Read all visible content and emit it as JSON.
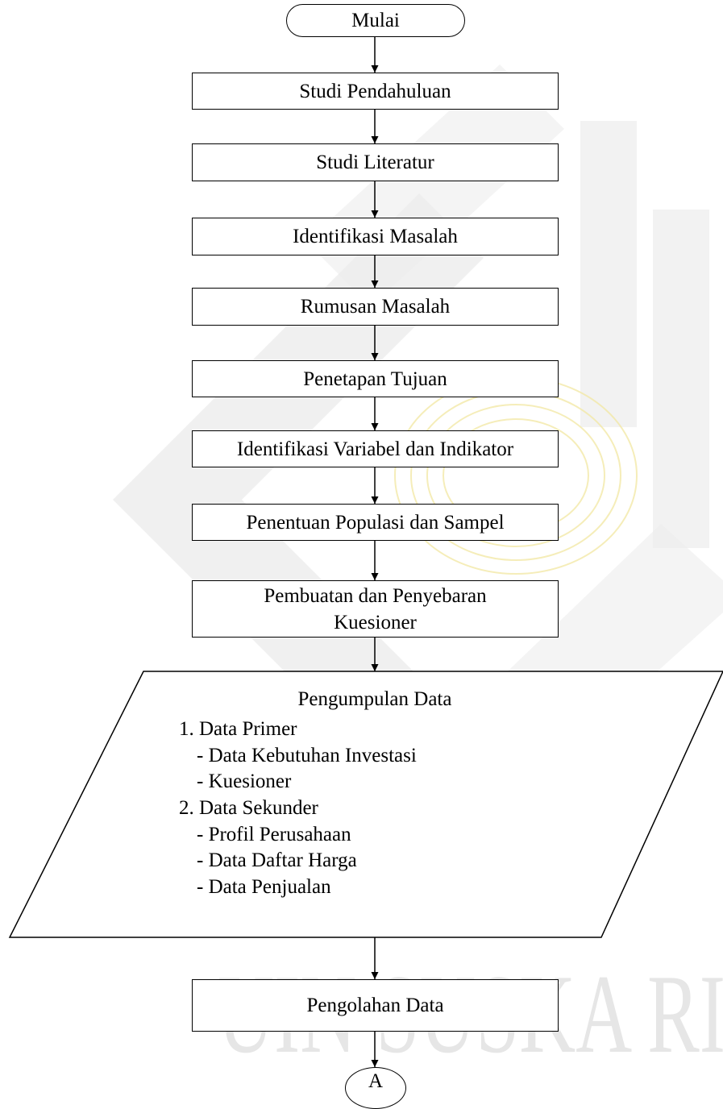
{
  "nodes": {
    "start": "Mulai",
    "step1": "Studi Pendahuluan",
    "step2": "Studi Literatur",
    "step3": "Identifikasi Masalah",
    "step4": "Rumusan Masalah",
    "step5": "Penetapan Tujuan",
    "step6": "Identifikasi Variabel dan Indikator",
    "step7": "Penentuan Populasi dan Sampel",
    "step8_line1": "Pembuatan dan Penyebaran",
    "step8_line2": "Kuesioner",
    "data_input": {
      "title": "Pengumpulan Data",
      "items": [
        "1. Data Primer",
        "- Data Kebutuhan Investasi",
        "- Kuesioner",
        "2. Data Sekunder",
        "- Profil Perusahaan",
        "- Data Daftar Harga",
        "- Data Penjualan"
      ]
    },
    "step9": "Pengolahan Data",
    "connector": "A"
  },
  "watermark": {
    "text": "UIN SUSKA RIA",
    "color": "#e6e6e6"
  }
}
